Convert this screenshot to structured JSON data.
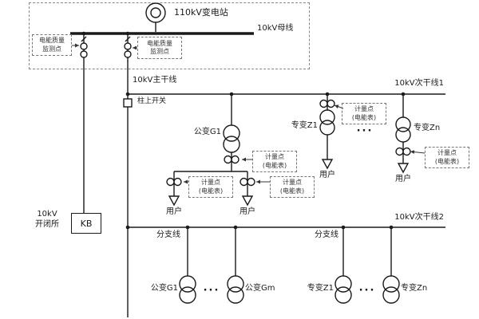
{
  "colors": {
    "ink": "#1a1a1a",
    "background": "#ffffff"
  },
  "substation": {
    "title": "110kV变电站"
  },
  "busbar": {
    "label": "10kV母线"
  },
  "monitoring": {
    "label": "电能质量\n监测点"
  },
  "trunk": {
    "main_label": "10kV主干线",
    "pole_switch": "柱上开关",
    "feeder1": "10kV次干线1",
    "feeder2": "10kV次干线2",
    "branch_line": "分支线"
  },
  "switching_station": {
    "name": "10kV\n开闭所",
    "code": "KB"
  },
  "metering": {
    "label": "计量点\n(电能表)"
  },
  "user_label": "用户",
  "ellipsis": "···",
  "feeder1_transformers": {
    "public_g1": "公变G1",
    "dedicated_z1": "专变Z1",
    "dedicated_zn": "专变Zn"
  },
  "feeder2_transformers": {
    "public_g1": "公变G1",
    "public_gm": "公变Gm",
    "dedicated_z1": "专变Z1",
    "dedicated_zn": "专变Zn"
  }
}
